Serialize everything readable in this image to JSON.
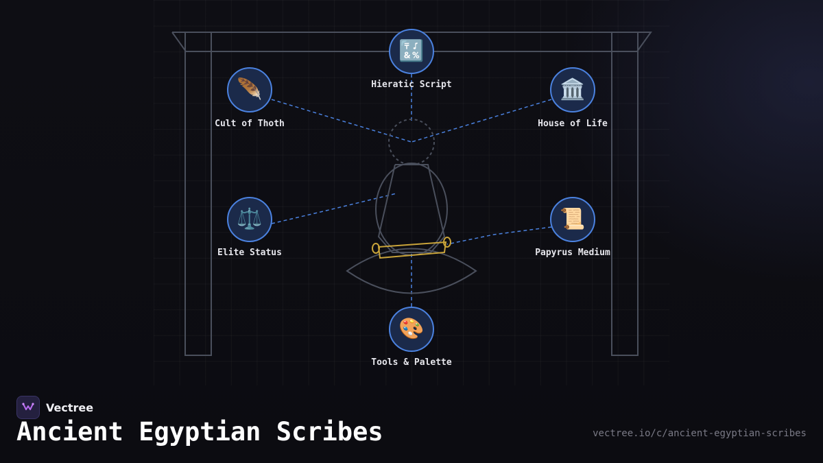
{
  "diagram": {
    "nodes": [
      {
        "id": "hieratic",
        "label": "Hieratic Script",
        "icon": "🔣",
        "icon_name": "symbols-icon"
      },
      {
        "id": "thoth",
        "label": "Cult of Thoth",
        "icon": "🪶",
        "icon_name": "feather-icon"
      },
      {
        "id": "house",
        "label": "House of Life",
        "icon": "🏛️",
        "icon_name": "classical-building-icon"
      },
      {
        "id": "elite",
        "label": "Elite Status",
        "icon": "⚖️",
        "icon_name": "balance-scale-icon"
      },
      {
        "id": "papyrus",
        "label": "Papyrus Medium",
        "icon": "📜",
        "icon_name": "scroll-icon"
      },
      {
        "id": "tools",
        "label": "Tools & Palette",
        "icon": "🎨",
        "icon_name": "palette-icon"
      }
    ],
    "colors": {
      "node_fill": "#1b2a4a",
      "node_border": "#4b82e0",
      "connector": "#4b82e0",
      "outline": "#4a4f5c",
      "scroll": "#c9a43a"
    }
  },
  "footer": {
    "brand_name": "Vectree",
    "brand_icon": "vectree-logo-icon",
    "title": "Ancient Egyptian Scribes",
    "url": "vectree.io/c/ancient-egyptian-scribes"
  }
}
